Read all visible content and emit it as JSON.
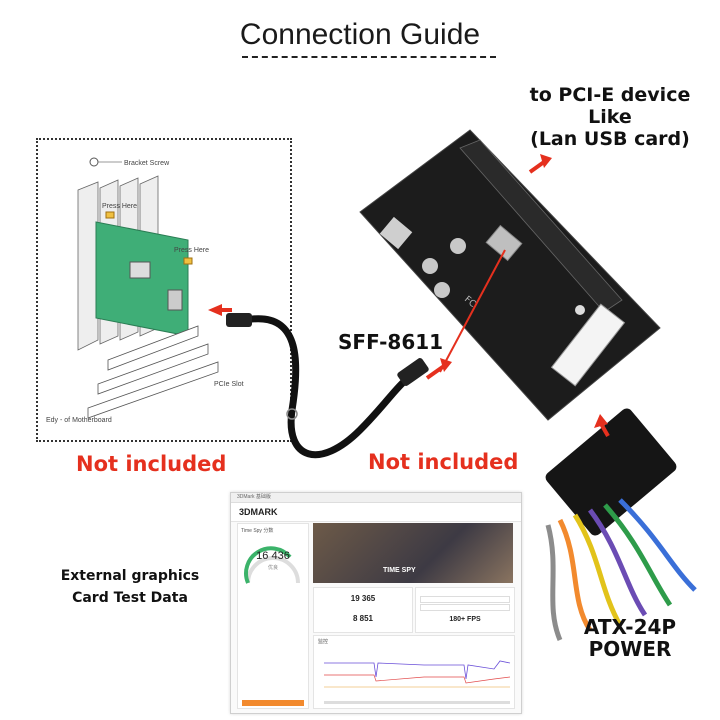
{
  "title": "Connection Guide",
  "pcie_caption": [
    "to PCI-E device",
    "Like",
    "(Lan USB card)"
  ],
  "sff_label": "SFF-8611",
  "not_included_left": "Not included",
  "not_included_right": "Not included",
  "external_caption": [
    "External graphics",
    "Card Test Data"
  ],
  "atx_caption": [
    "ATX-24P",
    "POWER"
  ],
  "diagram_labels": {
    "bracket_screw": "Bracket Screw",
    "press_here_1": "Press Here",
    "press_here_2": "Press Here",
    "pcie_slot": "PCIe Slot",
    "motherboard": "Edy - of Motherboard"
  },
  "benchmark": {
    "app_name": "3DMARK",
    "window_title": "3DMark 基础版",
    "score_title": "Time Spy 分数",
    "score": "16 436",
    "score_caption": "优良",
    "graphics_score": "19 365",
    "cpu_score": "8 851",
    "fps": "180+ FPS",
    "scene_label": "TIME SPY",
    "monitor_label": "监控",
    "button_label": ""
  },
  "colors": {
    "accent_red": "#e5301e",
    "board_black": "#1c1c1c",
    "pcb_green": "#3fae77",
    "atx_orange": "#f28a2e"
  }
}
